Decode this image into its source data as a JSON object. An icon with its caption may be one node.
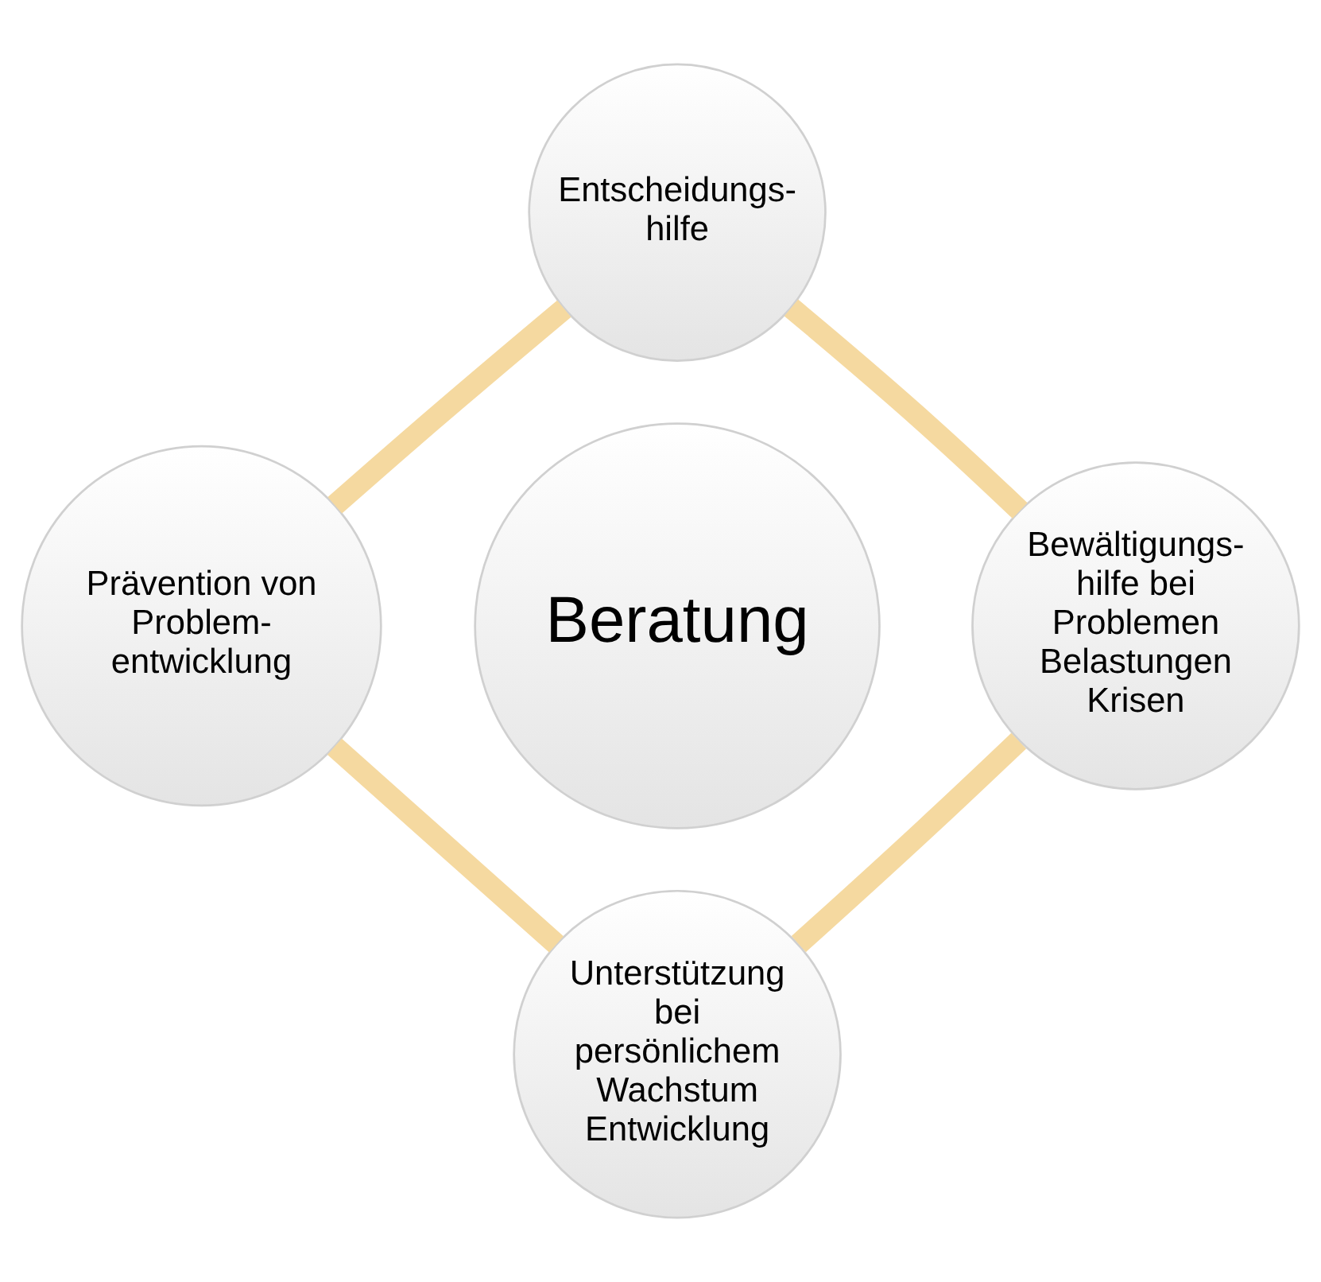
{
  "diagram": {
    "nodes": [
      {
        "text": [
          "Entscheidungs- hilfe"
        ]
      },
      {
        "text": [
          "Prävention von Problem- entwicklung"
        ]
      },
      {
        "text": [
          "Beratung"
        ]
      },
      {
        "text": [
          "Bewältigungs- hilfe bei Problemen Belastungen Krisen"
        ]
      },
      {
        "text": [
          "Unterstützung bei persönlichem Wachstum Entwicklung"
        ]
      }
    ],
    "edges": [
      {
        "from": 0,
        "to": 3,
        "arrow": "none"
      },
      {
        "from": 3,
        "to": 4,
        "arrow": "none"
      },
      {
        "from": 4,
        "to": 1,
        "arrow": "none"
      },
      {
        "from": 1,
        "to": 0,
        "arrow": "none"
      }
    ]
  }
}
